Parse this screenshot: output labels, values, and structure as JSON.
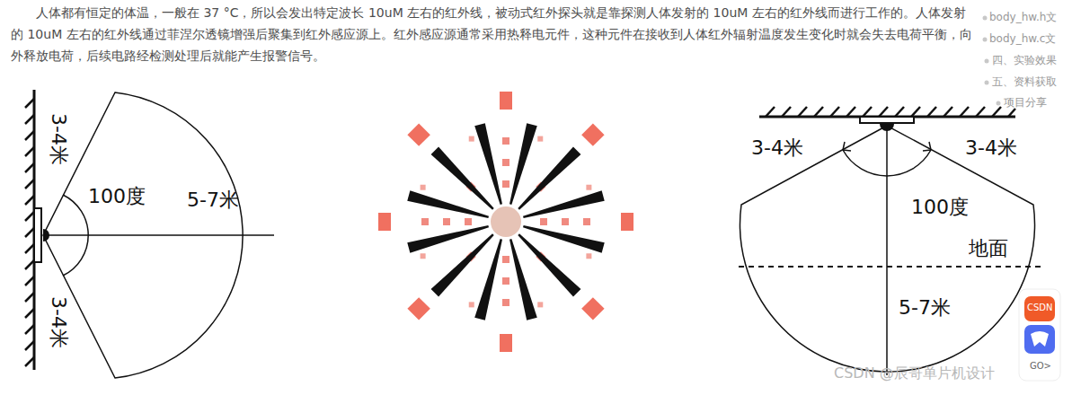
{
  "diagram": {
    "labels": [
      "人体都有恒定的体温，一般在 37 °C，所以会发出特定波长 10uM 左右的红外线，被动式红外探头就是靠探测人体发射的 10uM 左右的红外线而进行工作的。人体发射的 10uM 左右的红外线通过菲涅尔透镜增强后聚集到红外感应源上。红外感应源通常采用热释电元件，这种元件在接收到人体红外辐射温度发生变化时就会失去电荷平衡，向外释放电荷，后续电路经检测处理后就能产生报警信号。",
      "body_hw.h文",
      "body_hw.c文",
      "四、实验效果",
      "五、资料获取",
      "项目分享",
      "3-4米",
      "100度",
      "5-7米",
      "3-4米",
      "3-4米",
      "3-4米",
      "100度",
      "地面",
      "5-7米",
      "CSDN",
      "GO>",
      "CSDN @辰哥单片机设计"
    ]
  }
}
